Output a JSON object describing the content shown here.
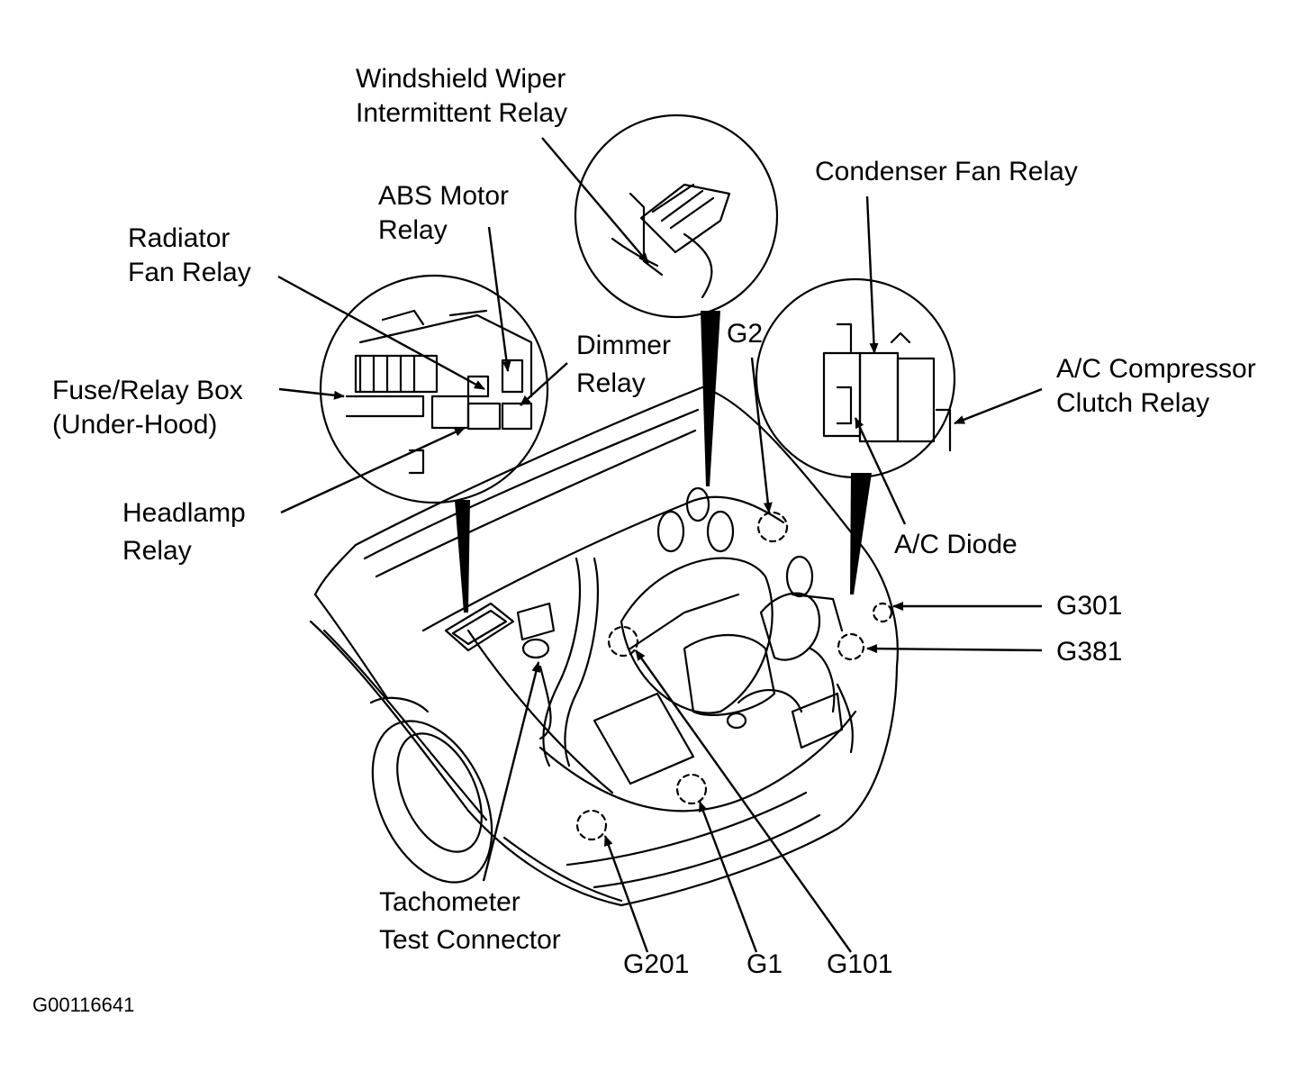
{
  "labels": {
    "wiper": [
      "Windshield Wiper",
      "Intermittent Relay"
    ],
    "abs": [
      "ABS Motor",
      "Relay"
    ],
    "radiator": [
      "Radiator",
      "Fan Relay"
    ],
    "fusebox": [
      "Fuse/Relay Box",
      "(Under-Hood)"
    ],
    "headlamp": [
      "Headlamp",
      "Relay"
    ],
    "dimmer": [
      "Dimmer",
      "Relay"
    ],
    "condenser": "Condenser Fan Relay",
    "g2": "G2",
    "ac_comp": [
      "A/C Compressor",
      "Clutch Relay"
    ],
    "ac_diode": "A/C Diode",
    "g301": "G301",
    "g381": "G381",
    "tach": [
      "Tachometer",
      "Test Connector"
    ],
    "g201": "G201",
    "g1": "G1",
    "g101": "G101"
  },
  "figure_code": "G00116641",
  "colors": {
    "ink": "#000000",
    "paper": "#ffffff"
  }
}
